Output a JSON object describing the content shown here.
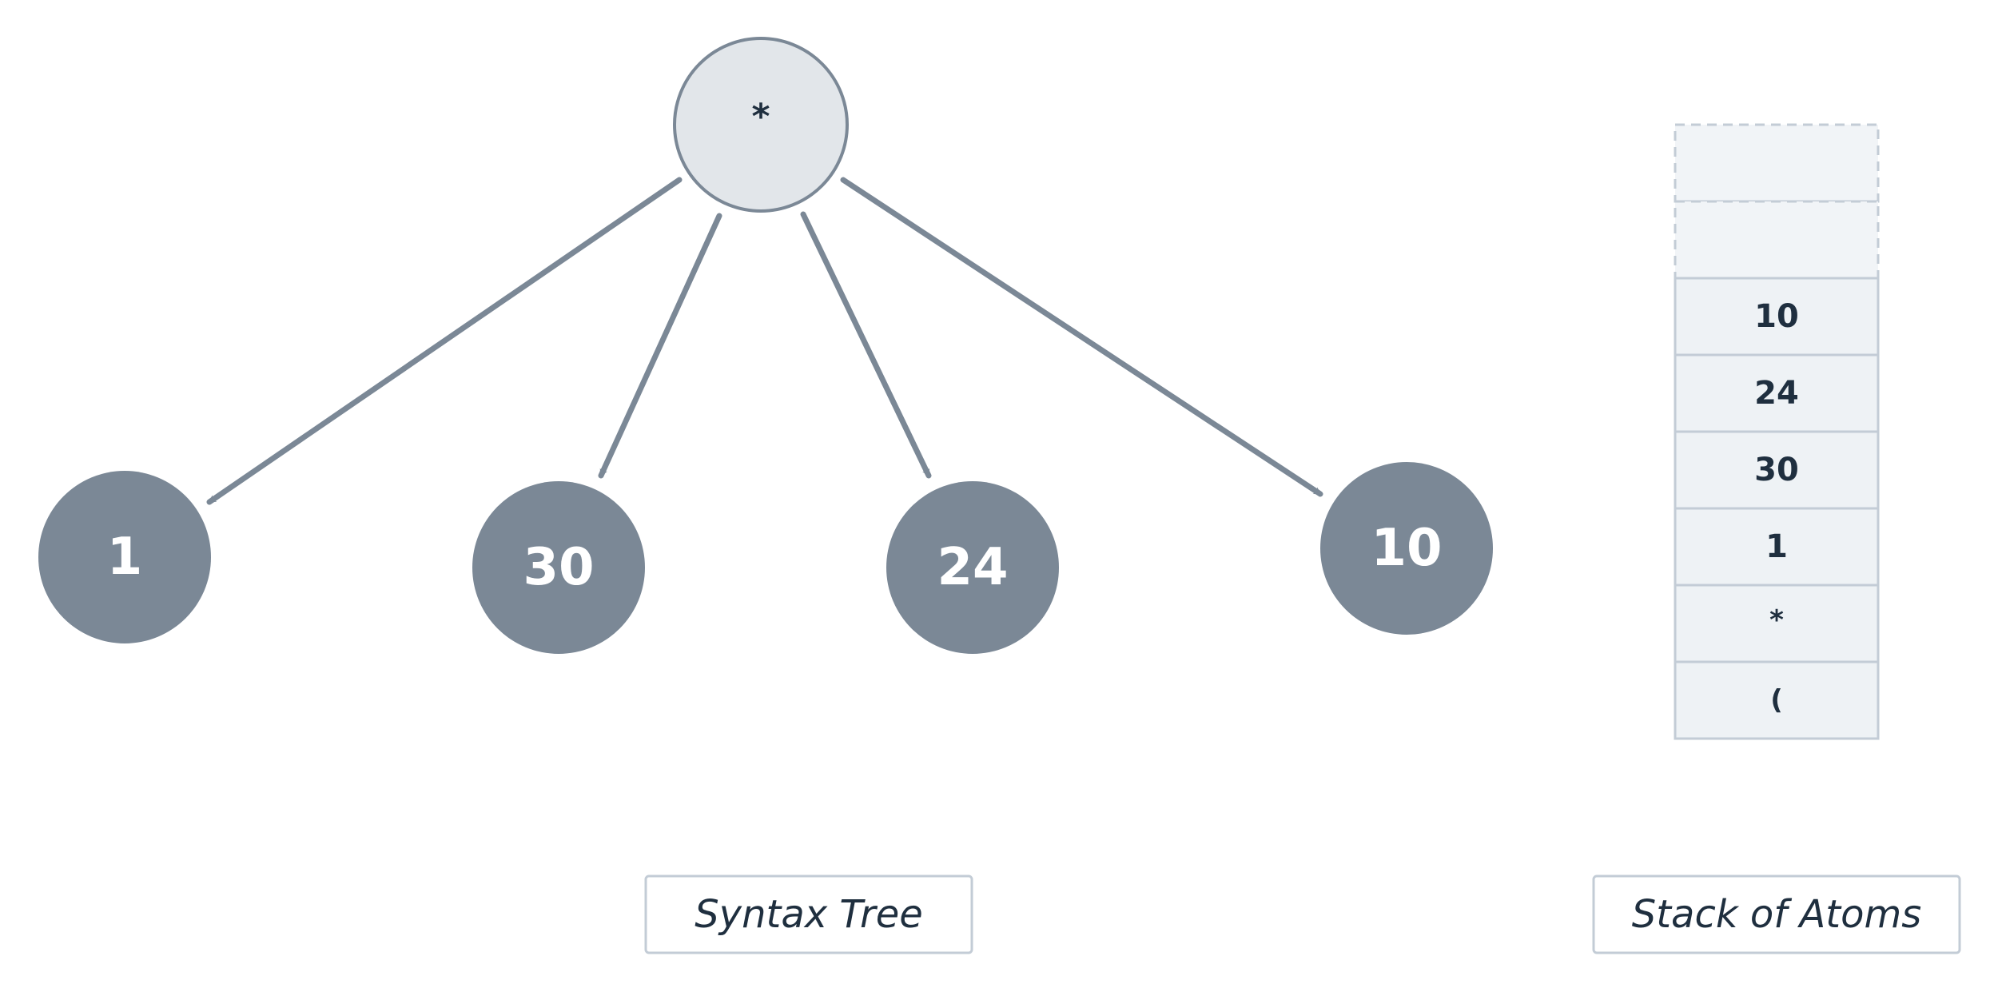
{
  "diagram": {
    "root": {
      "label": "*"
    },
    "children": [
      {
        "label": "1"
      },
      {
        "label": "30"
      },
      {
        "label": "24"
      },
      {
        "label": "10"
      }
    ],
    "caption_tree": "Syntax Tree"
  },
  "stack": {
    "items": [
      "10",
      "24",
      "30",
      "1",
      "*",
      "("
    ],
    "empty_slots": 2,
    "caption": "Stack of Atoms"
  },
  "colors": {
    "leaf_fill": "#7b8896",
    "root_fill": "#e2e6ea",
    "root_stroke": "#7b8896",
    "edge": "#7b8896",
    "stack_cell_fill": "#eef2f5",
    "border": "#c3ccd6",
    "text_dark": "#1f2f3f"
  }
}
